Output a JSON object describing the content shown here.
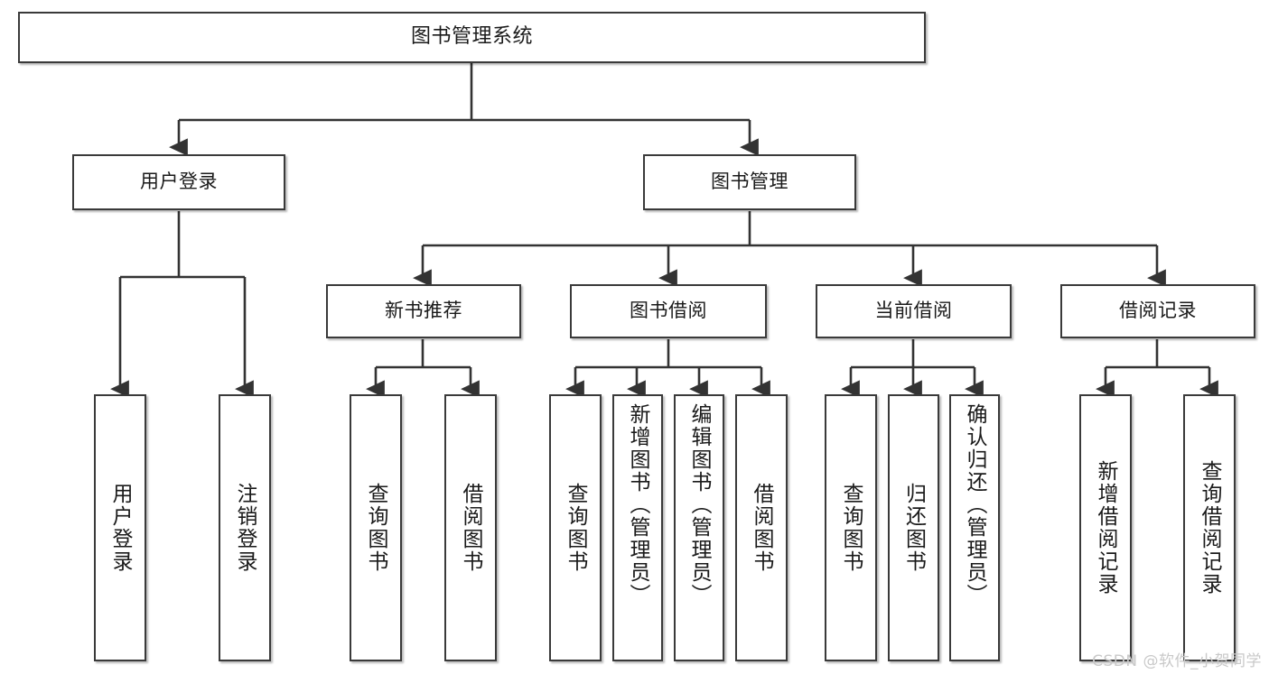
{
  "diagram": {
    "title": "图书管理系统",
    "type": "tree-hierarchy",
    "watermark": "CSDN @软件_小贺同学",
    "colors": {
      "border": "#3a3a3a",
      "background": "#ffffff",
      "text": "#1a1a1a",
      "watermark": "#c9c9c9"
    },
    "nodes": {
      "root": {
        "label": "图书管理系统"
      },
      "level2": [
        {
          "label": "用户登录"
        },
        {
          "label": "图书管理"
        }
      ],
      "level3": [
        {
          "label": "新书推荐"
        },
        {
          "label": "图书借阅"
        },
        {
          "label": "当前借阅"
        },
        {
          "label": "借阅记录"
        }
      ],
      "leaves": {
        "user_login": [
          {
            "label": "用户登录"
          },
          {
            "label": "注销登录"
          }
        ],
        "new_book": [
          {
            "label": "查询图书"
          },
          {
            "label": "借阅图书"
          }
        ],
        "book_borrow": [
          {
            "label": "查询图书"
          },
          {
            "label": "新增图书（管理员）"
          },
          {
            "label": "编辑图书（管理员）"
          },
          {
            "label": "借阅图书"
          }
        ],
        "current_borrow": [
          {
            "label": "查询图书"
          },
          {
            "label": "归还图书"
          },
          {
            "label": "确认归还（管理员）"
          }
        ],
        "borrow_record": [
          {
            "label": "新增借阅记录"
          },
          {
            "label": "查询借阅记录"
          }
        ]
      }
    }
  }
}
